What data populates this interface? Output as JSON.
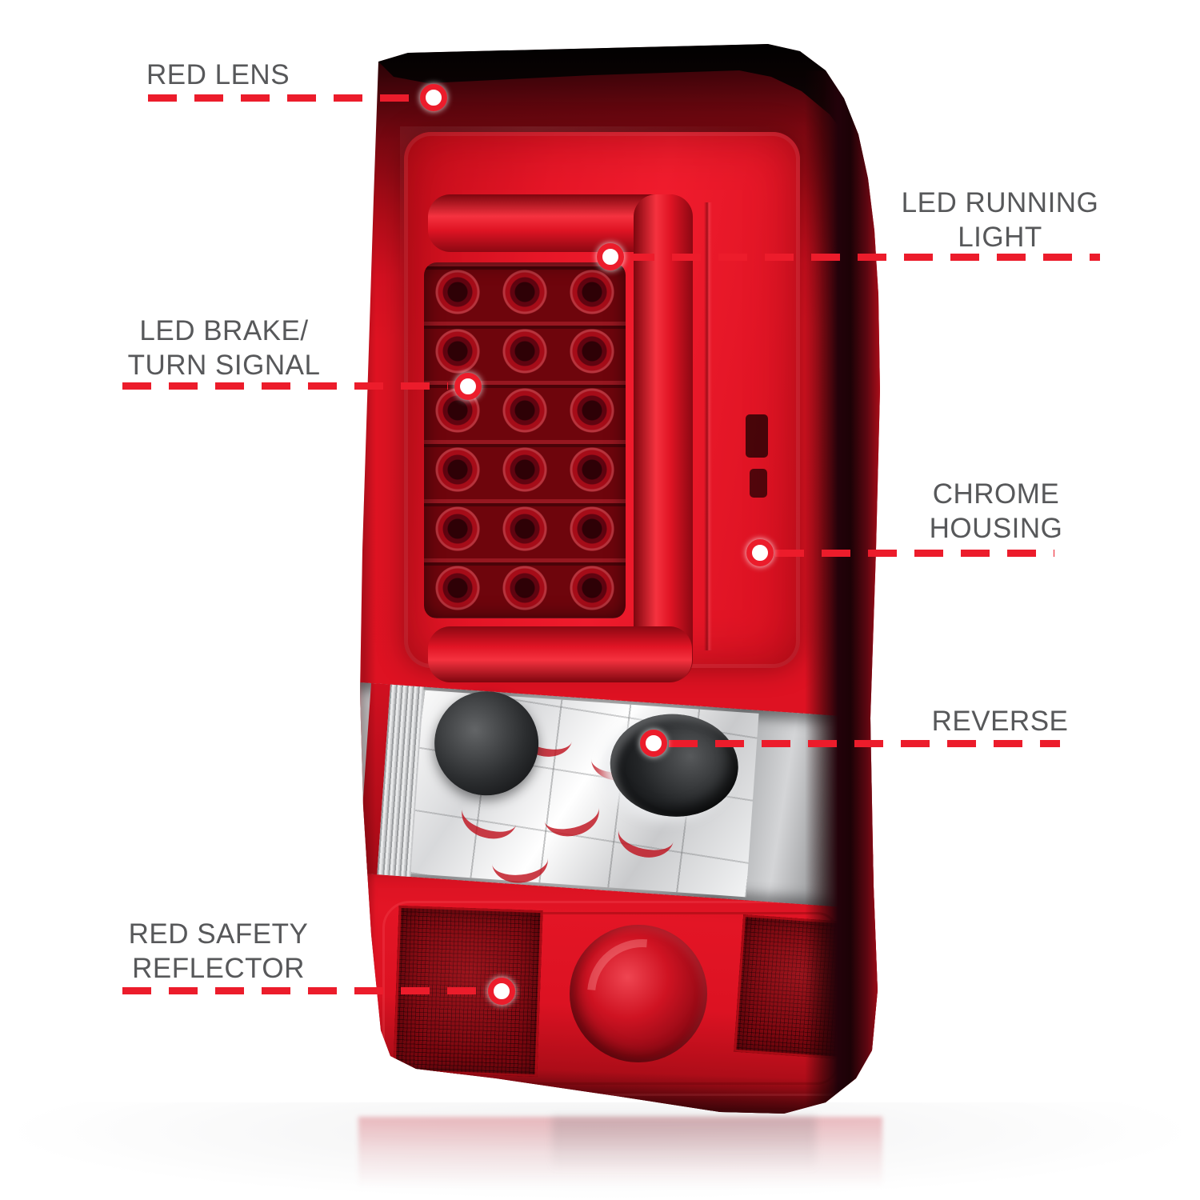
{
  "image": {
    "type": "annotated product photo",
    "subject": "LED tail light features diagram"
  },
  "colors": {
    "background": "#ffffff",
    "callout_line": "#ec1c2b",
    "label_text": "#57585a",
    "lens_red": "#dc1222",
    "dark_maroon": "#3a0307",
    "chrome_silver": "#d9dadc"
  },
  "callouts": {
    "red_lens": {
      "label": "RED LENS"
    },
    "led_running_light": {
      "line1": "LED RUNNING",
      "line2": "LIGHT"
    },
    "led_brake_turn_signal": {
      "line1": "LED BRAKE/",
      "line2": "TURN SIGNAL"
    },
    "chrome_housing": {
      "line1": "CHROME",
      "line2": "HOUSING"
    },
    "reverse": {
      "label": "REVERSE"
    },
    "red_safety_reflector": {
      "line1": "RED SAFETY",
      "line2": "REFLECTOR"
    }
  }
}
